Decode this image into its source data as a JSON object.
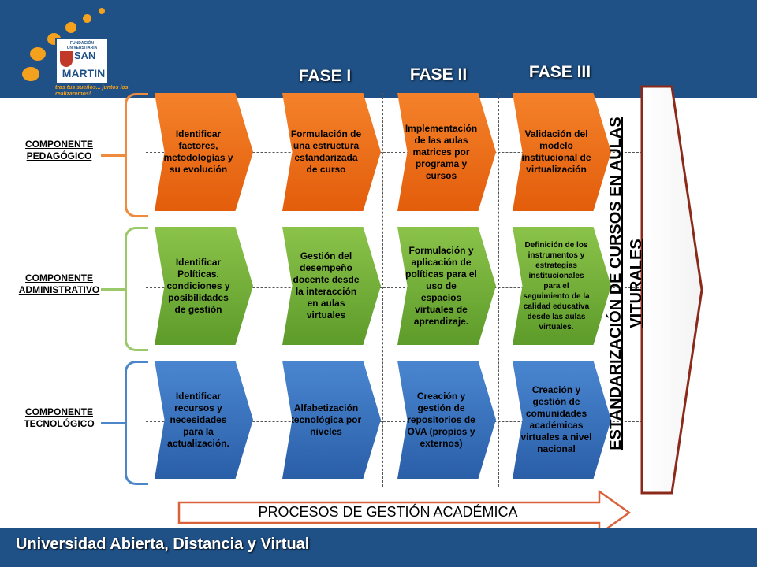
{
  "phases": [
    "FASE I",
    "FASE II",
    "FASE III"
  ],
  "components": {
    "pedagogico": "COMPONENTE PEDAGÓGICO",
    "administrativo": "COMPONENTE ADMINISTRATIVO",
    "tecnologico": "COMPONENTE TECNOLÓGICO"
  },
  "rows": {
    "pedagogico": [
      "Identificar factores, metodologías y su evolución",
      "Formulación de una estructura estandarizada de curso",
      "Implementación de las aulas matrices por programa y cursos",
      "Validación del modelo institucional de virtualización"
    ],
    "administrativo": [
      "Identificar Políticas. condiciones y posibilidades de gestión",
      "Gestión del desempeño docente desde la interacción en aulas virtuales",
      "Formulación y aplicación de políticas para el uso de espacios virtuales de aprendizaje.",
      "Definición de los instrumentos y estrategias institucionales para el seguimiento de la calidad educativa desde las aulas virtuales."
    ],
    "tecnologico": [
      "Identificar recursos y necesidades para la actualización.",
      "Alfabetización tecnológica por niveles",
      "Creación y gestión de repositorios de OVA (propios y externos)",
      "Creación y gestión de comunidades académicas virtuales a nivel nacional"
    ]
  },
  "vertical_title": "ESTANDARIZACIÓN DE CURSOS EN AULAS VITURALES",
  "bottom_arrow_label": "PROCESOS DE GESTIÓN ACADÉMICA",
  "footer": "Universidad Abierta, Distancia y Virtual",
  "logo": {
    "fundacion": "FUNDACIÓN UNIVERSITARIA",
    "san": "SAN",
    "martin": "MARTIN",
    "tagline": "tras tus sueños... juntos los realizaremos!"
  },
  "colors": {
    "header_band": "#1f5187",
    "orange": "#f4822a",
    "green": "#8bc34a",
    "blue": "#3a75c4",
    "logo_dots": "#f4a11e"
  }
}
